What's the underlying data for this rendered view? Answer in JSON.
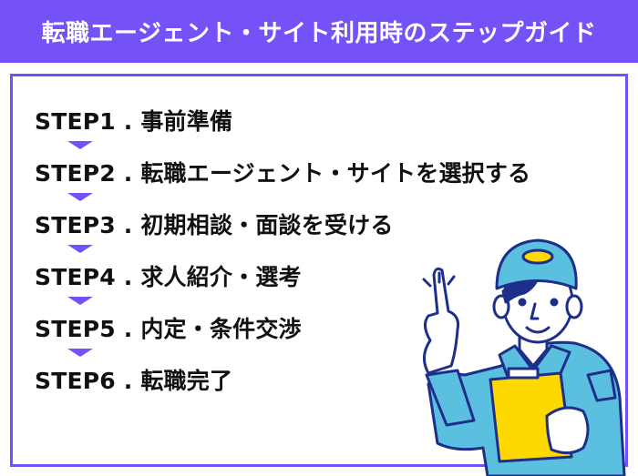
{
  "header": {
    "title": "転職エージェント・サイト利用時のステップガイド",
    "background_color": "#7452f8"
  },
  "frame": {
    "border_color": "#7452f8"
  },
  "steps": [
    {
      "label": "STEP1 . 事前準備"
    },
    {
      "label": "STEP2 . 転職エージェント・サイトを選択する"
    },
    {
      "label": "STEP3 . 初期相談・面談を受ける"
    },
    {
      "label": "STEP4 . 求人紹介・選考"
    },
    {
      "label": "STEP5 . 内定・条件交渉"
    },
    {
      "label": "STEP6 . 転職完了"
    }
  ],
  "arrow": {
    "icon": "triangle-down-icon",
    "color": "#7452f8"
  },
  "illustration": {
    "description": "worker-in-blue-cap-holding-yellow-clipboard-pointing-up",
    "colors": {
      "uniform": "#5bbfe0",
      "outline": "#1d2f8a",
      "clipboard": "#ffd800",
      "cap_badge": "#ffd800"
    }
  }
}
